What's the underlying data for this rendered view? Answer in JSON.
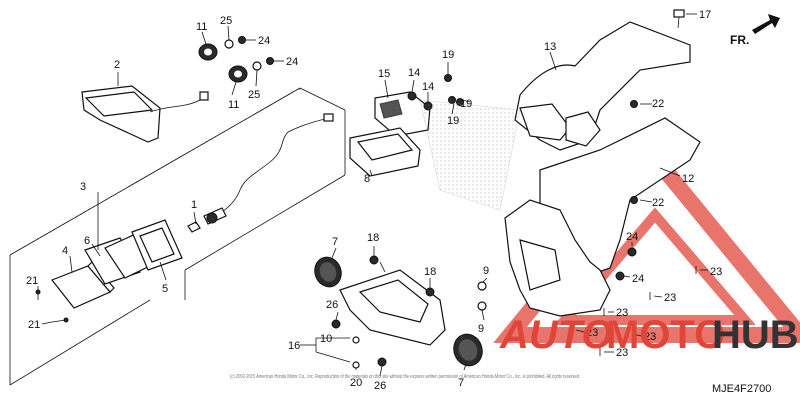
{
  "figure": {
    "code": "MJE4F2700",
    "direction_label": "FR.",
    "copyright": "(c) 2002-2015 American Honda Motor Co., Inc. Reproduction of the materials on this site without the express written permission of American Honda Motor Co., Inc. is prohibited. All rights reserved."
  },
  "watermark": {
    "word_a": "AUTO",
    "word_b": "MOTO",
    "word_c": "HUB",
    "color_a": "#e0453a",
    "color_b": "#e0453a",
    "color_c": "#333333"
  },
  "callouts": [
    {
      "id": "c1",
      "label": "1"
    },
    {
      "id": "c2",
      "label": "2"
    },
    {
      "id": "c3",
      "label": "3"
    },
    {
      "id": "c4",
      "label": "4"
    },
    {
      "id": "c5",
      "label": "5"
    },
    {
      "id": "c6",
      "label": "6"
    },
    {
      "id": "c7a",
      "label": "7"
    },
    {
      "id": "c7b",
      "label": "7"
    },
    {
      "id": "c8",
      "label": "8"
    },
    {
      "id": "c9a",
      "label": "9"
    },
    {
      "id": "c9b",
      "label": "9"
    },
    {
      "id": "c10",
      "label": "10"
    },
    {
      "id": "c11a",
      "label": "11"
    },
    {
      "id": "c11b",
      "label": "11"
    },
    {
      "id": "c12",
      "label": "12"
    },
    {
      "id": "c13",
      "label": "13"
    },
    {
      "id": "c14a",
      "label": "14"
    },
    {
      "id": "c14b",
      "label": "14"
    },
    {
      "id": "c15",
      "label": "15"
    },
    {
      "id": "c16",
      "label": "16"
    },
    {
      "id": "c17",
      "label": "17"
    },
    {
      "id": "c18a",
      "label": "18"
    },
    {
      "id": "c18b",
      "label": "18"
    },
    {
      "id": "c19a",
      "label": "19"
    },
    {
      "id": "c19b",
      "label": "19"
    },
    {
      "id": "c19c",
      "label": "19"
    },
    {
      "id": "c20",
      "label": "20"
    },
    {
      "id": "c21a",
      "label": "21"
    },
    {
      "id": "c21b",
      "label": "21"
    },
    {
      "id": "c22a",
      "label": "22"
    },
    {
      "id": "c22b",
      "label": "22"
    },
    {
      "id": "c23a",
      "label": "23"
    },
    {
      "id": "c23b",
      "label": "23"
    },
    {
      "id": "c23c",
      "label": "23"
    },
    {
      "id": "c23d",
      "label": "23"
    },
    {
      "id": "c23e",
      "label": "23"
    },
    {
      "id": "c23f",
      "label": "23"
    },
    {
      "id": "c24a",
      "label": "24"
    },
    {
      "id": "c24b",
      "label": "24"
    },
    {
      "id": "c24c",
      "label": "24"
    },
    {
      "id": "c24d",
      "label": "24"
    },
    {
      "id": "c25a",
      "label": "25"
    },
    {
      "id": "c25b",
      "label": "25"
    },
    {
      "id": "c26a",
      "label": "26"
    },
    {
      "id": "c26b",
      "label": "26"
    }
  ]
}
